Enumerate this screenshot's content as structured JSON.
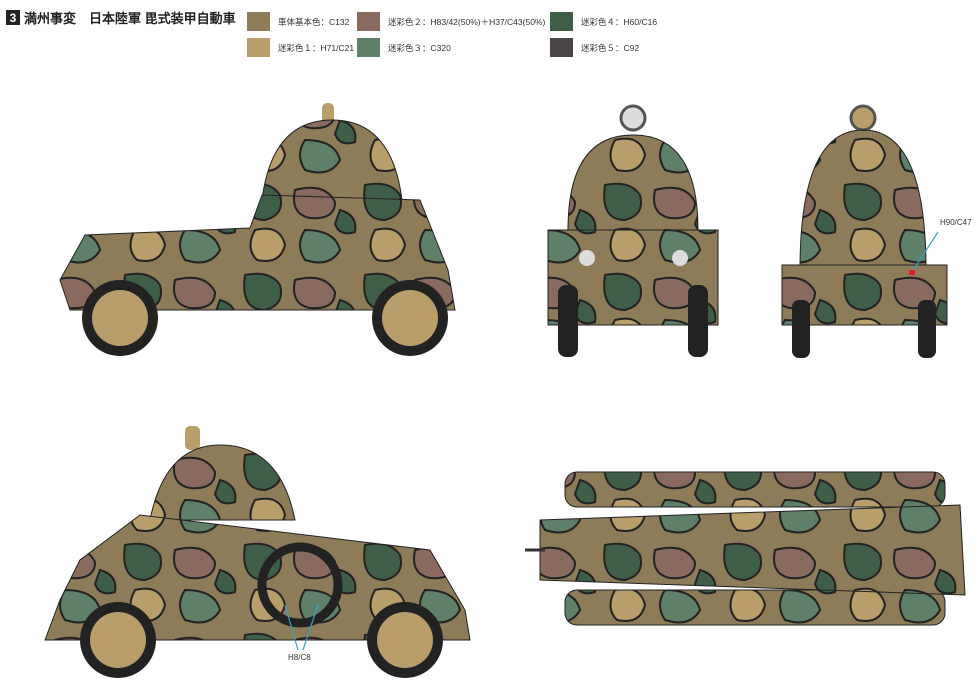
{
  "header": {
    "number": "3",
    "title": "満州事変　日本陸軍 毘式装甲自動車"
  },
  "colors": [
    {
      "label": "車体基本色：C132",
      "hex": "#8e7b58"
    },
    {
      "label": "迷彩色２：H83/42(50%)＋H37/C43(50%)",
      "hex": "#8a6a5e"
    },
    {
      "label": "迷彩色４：H60/C16",
      "hex": "#3f5e48"
    },
    {
      "label": "迷彩色１：H71/C21",
      "hex": "#b99d6b"
    },
    {
      "label": "迷彩色３：C320",
      "hex": "#5e7f68"
    },
    {
      "label": "迷彩色５：C92",
      "hex": "#474443"
    }
  ],
  "callouts": {
    "rear": "H90/C47",
    "side": "H8/C8"
  }
}
